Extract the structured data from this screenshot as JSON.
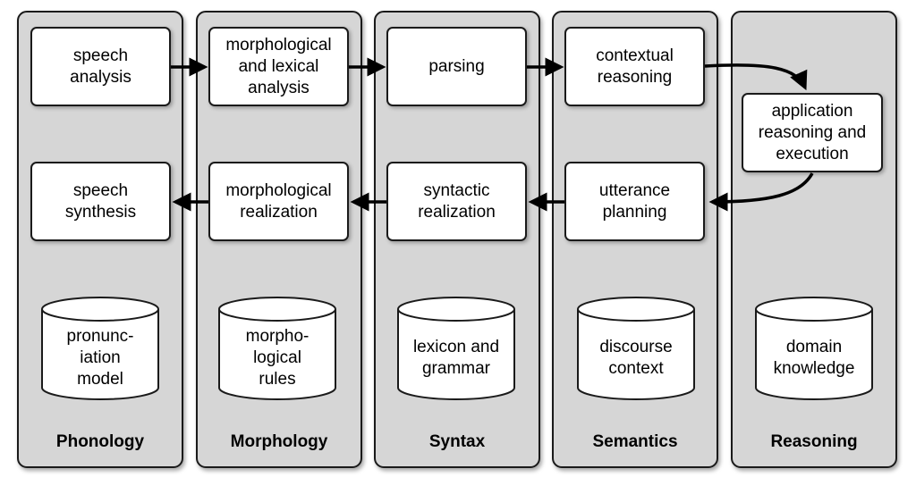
{
  "columns": [
    {
      "title": "Phonology",
      "top_box": "speech\nanalysis",
      "bottom_box": "speech\nsynthesis",
      "store": "pronunc-\niation\nmodel"
    },
    {
      "title": "Morphology",
      "top_box": "morphological\nand lexical\nanalysis",
      "bottom_box": "morphological\nrealization",
      "store": "morpho-\nlogical\nrules"
    },
    {
      "title": "Syntax",
      "top_box": "parsing",
      "bottom_box": "syntactic\nrealization",
      "store": "lexicon and\ngrammar"
    },
    {
      "title": "Semantics",
      "top_box": "contextual\nreasoning",
      "bottom_box": "utterance\nplanning",
      "store": "discourse\ncontext"
    },
    {
      "title": "Reasoning",
      "middle_box": "application\nreasoning and\nexecution",
      "store": "domain\nknowledge"
    }
  ]
}
